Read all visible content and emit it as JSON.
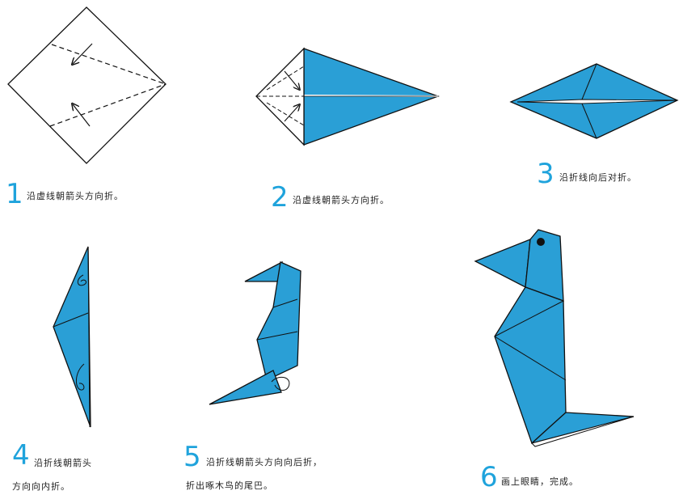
{
  "colors": {
    "paper_fill": "#2a9fd6",
    "outline": "#111111",
    "number": "#1fa3dc",
    "text": "#222222"
  },
  "steps": [
    {
      "number": "1",
      "text": "沿虚线朝箭头方向折。"
    },
    {
      "number": "2",
      "text": "沿虚线朝箭头方向折。"
    },
    {
      "number": "3",
      "text": "沿折线向后对折。"
    },
    {
      "number": "4",
      "text_line1": "沿折线朝箭头",
      "text_line2": "方向向内折。"
    },
    {
      "number": "5",
      "text_line1": "沿折线朝箭头方向向后折，",
      "text_line2": "折出啄木鸟的尾巴。"
    },
    {
      "number": "6",
      "text": "画上眼睛，完成。"
    }
  ]
}
